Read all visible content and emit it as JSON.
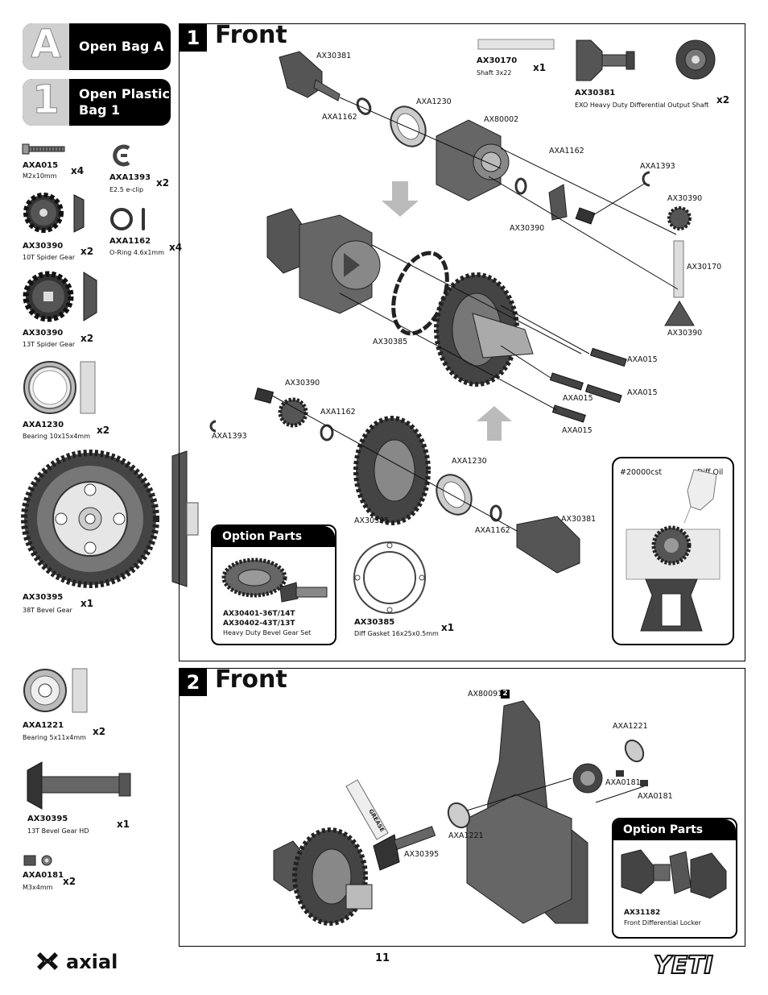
{
  "bags": [
    {
      "letter": "A",
      "label": "Open Bag A"
    },
    {
      "letter": "1",
      "label_line1": "Open Plastic",
      "label_line2": "Bag 1"
    }
  ],
  "parts_left": [
    {
      "code": "AXA015",
      "desc": "M2x10mm",
      "qty": "x4"
    },
    {
      "code": "AXA1393",
      "desc": "E2.5 e-clip",
      "qty": "x2"
    },
    {
      "code": "AX30390",
      "desc": "10T Spider Gear",
      "qty": "x2"
    },
    {
      "code": "AXA1162",
      "desc": "O-Ring 4.6x1mm",
      "qty": "x4"
    },
    {
      "code": "AX30390",
      "desc": "13T Spider Gear",
      "qty": "x2"
    },
    {
      "code": "AXA1230",
      "desc": "Bearing 10x15x4mm",
      "qty": "x2"
    },
    {
      "code": "AX30395",
      "desc": "38T Bevel Gear",
      "qty": "x1"
    },
    {
      "code": "AXA1221",
      "desc": "Bearing 5x11x4mm",
      "qty": "x2"
    },
    {
      "code": "AX30395",
      "desc": "13T Bevel Gear HD",
      "qty": "x1"
    },
    {
      "code": "AXA0181",
      "desc": "M3x4mm",
      "qty": "x2"
    }
  ],
  "step1": {
    "number": "1",
    "title": "Front",
    "extra_parts": [
      {
        "code": "AX30170",
        "desc": "Shaft 3x22",
        "qty": "x1"
      },
      {
        "code": "AX30381",
        "desc": "EXO Heavy Duty Differential Output Shaft",
        "qty": "x2"
      },
      {
        "code": "AX30385",
        "desc": "Diff Gasket 16x25x0.5mm",
        "qty": "x1"
      }
    ],
    "callouts": [
      "AX30381",
      "AXA1162",
      "AXA1230",
      "AX80002",
      "AXA1162",
      "AXA1393",
      "AX30390",
      "AX30390",
      "AX30170",
      "AX30390",
      "AX30385",
      "AXA015",
      "AXA015",
      "AXA015",
      "AXA015",
      "AX30390",
      "AXA1162",
      "AXA1393",
      "AXA1230",
      "AX30395",
      "AXA1162",
      "AX30381"
    ],
    "option_parts": {
      "title": "Option Parts",
      "line1": "AX30401-36T/14T",
      "line2": "AX30402-43T/13T",
      "desc": "Heavy Duty Bevel Gear Set"
    },
    "oil_box": {
      "code": "#20000cst",
      "label": "Diff Oil"
    }
  },
  "step2": {
    "number": "2",
    "title": "Front",
    "callouts": [
      "AX80091",
      "AXA1221",
      "AXA0181",
      "AXA0181",
      "AXA1221",
      "AX30395"
    ],
    "callout_badge": "2",
    "grease_label": "GREASE",
    "option_parts": {
      "title": "Option Parts",
      "code": "AX31182",
      "desc": "Front Differential Locker"
    }
  },
  "footer": {
    "page_number": "11",
    "brand": "axial",
    "product": "YETI"
  }
}
